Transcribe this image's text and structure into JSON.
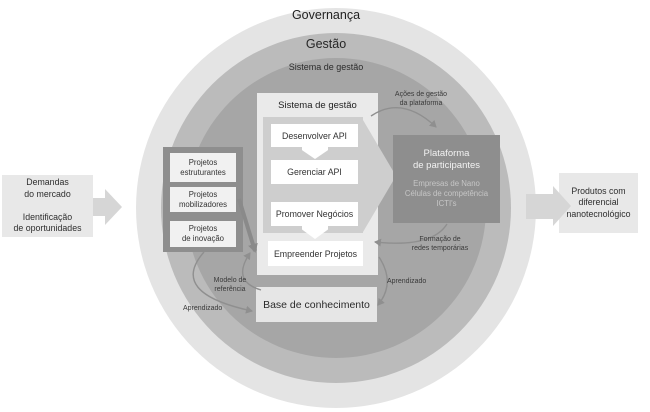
{
  "rings": {
    "outer_label": "Governança",
    "middle_label": "Gestão",
    "inner_label": "Sistema de gestão"
  },
  "left_flow": {
    "box_text": "Demandas\ndo mercado\n\nIdentificação\nde oportunidades"
  },
  "right_flow": {
    "box_text": "Produtos com\ndiferencial\nnanotecnológico"
  },
  "projects": {
    "items": [
      {
        "label": "Projetos\nestruturantes"
      },
      {
        "label": "Projetos\nmobilizadores"
      },
      {
        "label": "Projetos\nde inovação"
      }
    ]
  },
  "system_box": {
    "title": "Sistema de gestão",
    "steps": [
      {
        "label": "Desenvolver API"
      },
      {
        "label": "Gerenciar API"
      },
      {
        "label": "Promover Negócios"
      },
      {
        "label": "Empreender Projetos"
      }
    ]
  },
  "platform": {
    "title": "Plataforma\nde participantes",
    "subtitle": "Empresas de Nano\nCélulas de competência\nICTI's"
  },
  "knowledge_base": {
    "label": "Base de conhecimento"
  },
  "arrow_labels": {
    "management_actions": "Ações de gestão\nda plataforma",
    "network_formation": "Formação de\nredes temporárias",
    "learning_right": "Aprendizado",
    "learning_left": "Aprendizado",
    "reference_model": "Modelo de\nreferência"
  },
  "colors": {
    "outer_ring": "#e4e4e4",
    "middle_ring": "#bbbbbb",
    "inner_circle": "#a6a6a6",
    "dark_box": "#8e8e8e",
    "light_box": "#eaeaea",
    "process_panel": "#cecece",
    "flow_arrow": "#d6d6d6",
    "connector_stroke": "#8f8f8f"
  }
}
